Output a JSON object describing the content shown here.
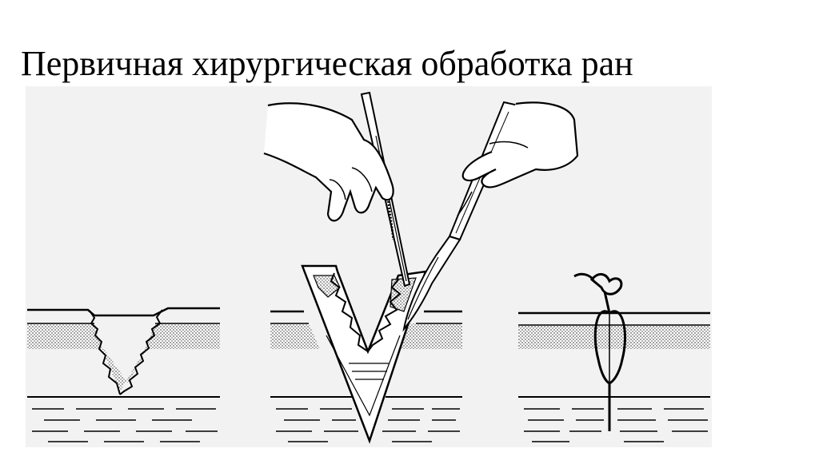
{
  "slide": {
    "title": "Первичная хирургическая обработка ран"
  },
  "figure": {
    "panels": [
      "wound-before-excision",
      "wound-excision-with-forceps-and-scalpel",
      "wound-after-suturing"
    ],
    "colors": {
      "ink": "#000000",
      "paper": "#ffffff",
      "panel_background": "#f2f2f2"
    }
  }
}
